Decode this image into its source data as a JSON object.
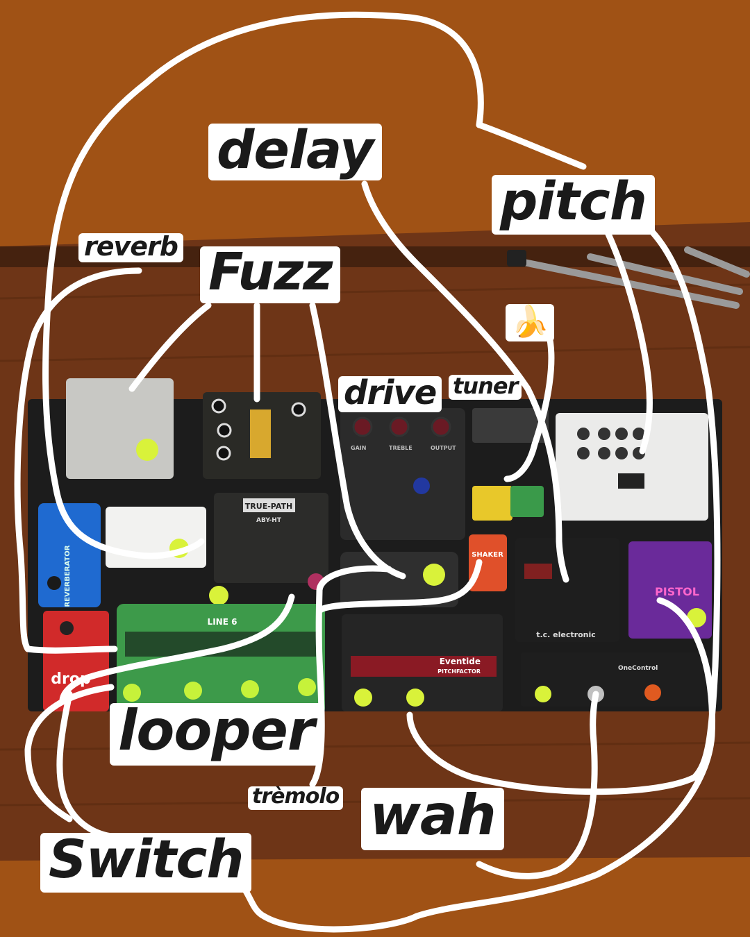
{
  "image": {
    "background_color": "#a05215",
    "floor_color": "#6b3516",
    "board_color": "#1c1c1c",
    "cable_color": "#ffffff"
  },
  "labels": {
    "delay": "delay",
    "pitch": "pitch",
    "reverb": "reverb",
    "fuzz": "Fuzz",
    "drive": "drive",
    "tuner": "tuner",
    "banana_emoji": "🍌",
    "looper": "looper",
    "tremolo": "trèmolo",
    "wah": "wah",
    "switch": "Switch"
  },
  "pedal_markings": {
    "reverberator": "REVERBERATOR",
    "drop": "drop",
    "line6": "LINE 6",
    "true_path": "TRUE-PATH",
    "aby": "ABY-HT",
    "gain": "GAIN",
    "treble": "TREBLE",
    "output": "OUTPUT",
    "shaker": "SHAKER",
    "eventide": "Eventide",
    "pitchfactor": "PITCHFACTOR",
    "tc": "t.c. electronic",
    "pistol": "PISTOL",
    "onecontrol": "OneControl"
  }
}
